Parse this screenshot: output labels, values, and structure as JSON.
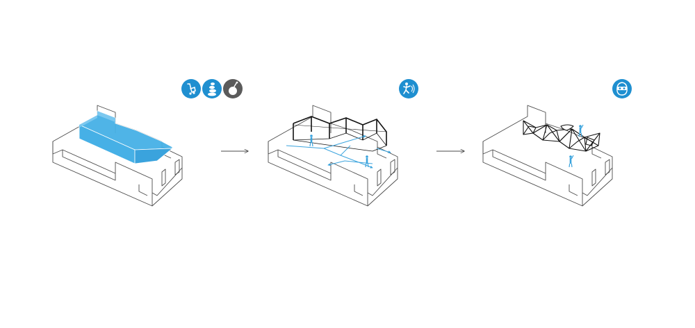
{
  "colors": {
    "accent": "#3aa3dd",
    "accent_dark": "#1f8fd0",
    "fill": "#46b0e6",
    "line": "#4a4a4a",
    "dark_icon": "#5b5b5b"
  },
  "panels": [
    {
      "id": "stage-1",
      "icons": [
        "trolley-icon",
        "stacked-stones-icon",
        "bomb-icon"
      ],
      "highlight": "blue-volume"
    },
    {
      "id": "stage-2",
      "icons": [
        "person-running-icon"
      ],
      "highlight": "wall-partitions-circulation"
    },
    {
      "id": "stage-3",
      "icons": [
        "head-with-goggles-icon"
      ],
      "highlight": "triangulated-mesh"
    }
  ],
  "arrows": [
    {
      "from": "stage-1",
      "to": "stage-2"
    },
    {
      "from": "stage-2",
      "to": "stage-3"
    }
  ]
}
